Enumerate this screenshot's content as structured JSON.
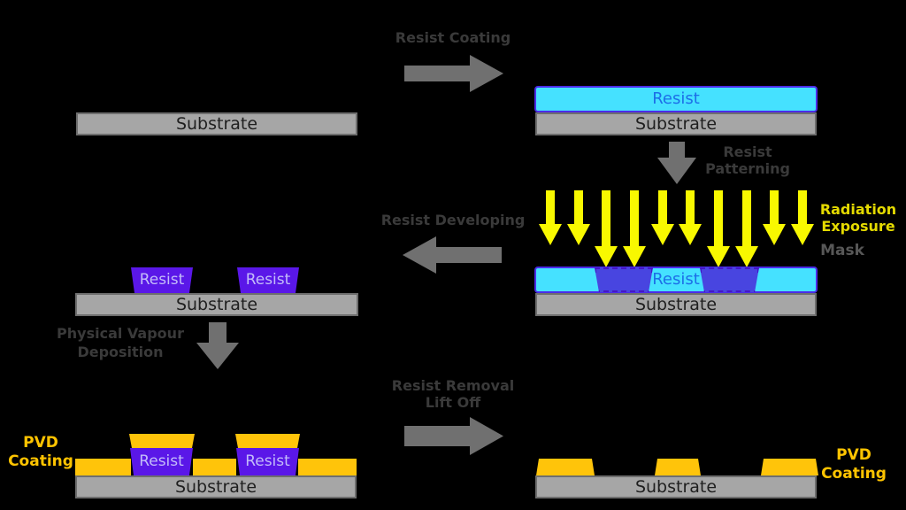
{
  "terms": {
    "substrate": "Substrate",
    "resist": "Resist"
  },
  "steps": {
    "coating": {
      "label": "Resist Coating"
    },
    "patterning": {
      "line1": "Resist",
      "line2": "Patterning"
    },
    "exposure": {
      "line1": "Radiation",
      "line2": "Exposure",
      "mask": "Mask"
    },
    "developing": {
      "label": "Resist Developing"
    },
    "pvd": {
      "line1": "Physical Vapour",
      "line2": "Deposition"
    },
    "pvd_coating": {
      "line1": "PVD",
      "line2": "Coating"
    },
    "liftoff": {
      "line1": "Resist Removal",
      "line2": "Lift Off"
    }
  },
  "colors": {
    "background": "#000000",
    "substrate_fill": "#A6A6A6",
    "substrate_border": "#6E6E6E",
    "substrate_text": "#1F1F1F",
    "resist_cyan": "#45E1FF",
    "resist_cyan_border": "#4B2BE8",
    "resist_text_blue": "#1C6EE8",
    "exposed_fill": "#4845E0",
    "exposed_border": "#4416C8",
    "resist_purple": "#5A17E8",
    "resist_purple_text": "#C3BCF9",
    "pvd_yellow": "#FFC40A",
    "pvd_label_yellow": "#FFC400",
    "radiation_yellow": "#F8F800",
    "label_yellow": "#E4DA00",
    "label_dark": "#3A3A3A",
    "mask_gray": "#575757",
    "arrow_gray": "#707070"
  }
}
